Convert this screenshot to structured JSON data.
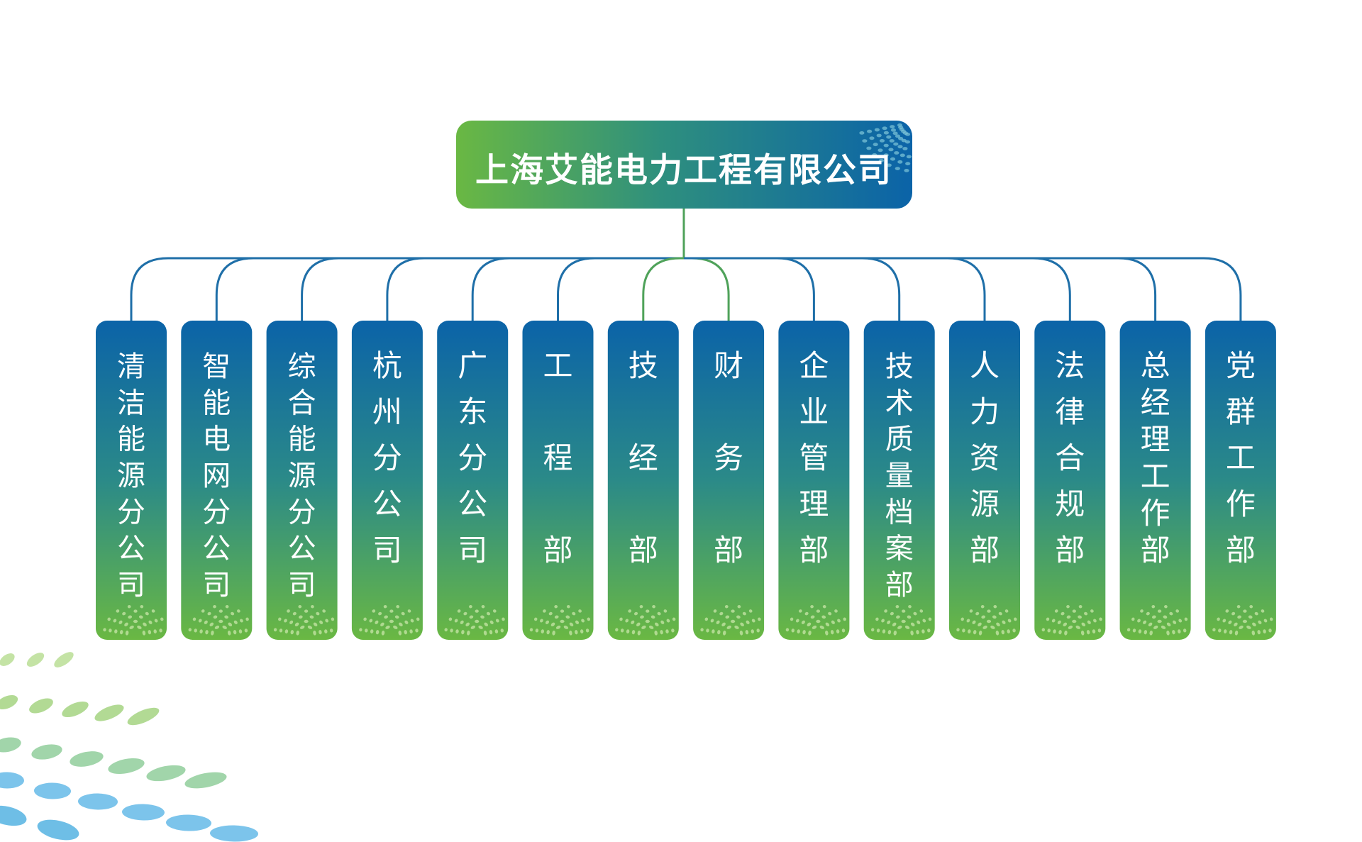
{
  "company": "上海艾能电力工程有限公司",
  "departments": [
    [
      "清",
      "洁",
      "能",
      "源",
      "分",
      "公",
      "司"
    ],
    [
      "智",
      "能",
      "电",
      "网",
      "分",
      "公",
      "司"
    ],
    [
      "综",
      "合",
      "能",
      "源",
      "分",
      "公",
      "司"
    ],
    [
      "杭",
      "州",
      "分",
      "公",
      "司"
    ],
    [
      "广",
      "东",
      "分",
      "公",
      "司"
    ],
    [
      "工",
      "程",
      "部"
    ],
    [
      "技",
      "经",
      "部"
    ],
    [
      "财",
      "务",
      "部"
    ],
    [
      "企",
      "业",
      "管",
      "理",
      "部"
    ],
    [
      "技",
      "术",
      "质",
      "量",
      "档",
      "案",
      "部"
    ],
    [
      "人",
      "力",
      "资",
      "源",
      "部"
    ],
    [
      "法",
      "律",
      "合",
      "规",
      "部"
    ],
    [
      "总",
      "经",
      "理",
      "工",
      "作",
      "部"
    ],
    [
      "党",
      "群",
      "工",
      "作",
      "部"
    ]
  ],
  "colors": {
    "blue": "#0b63a8",
    "green": "#6ab843",
    "light_blue": "#5bb5e6",
    "light_green": "#9fd179",
    "connector_blue": "#1f6fa8",
    "connector_green": "#4fa25a"
  }
}
